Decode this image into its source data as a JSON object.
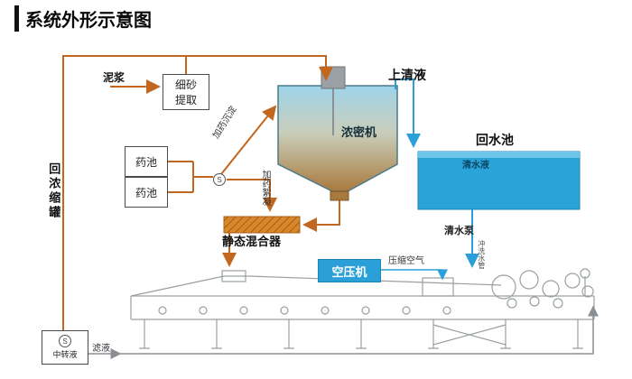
{
  "title": "系统外形示意图",
  "nodes": {
    "mud": "泥浆",
    "sand_extractor": "细砂提取",
    "supernatant": "上清液",
    "thickener": "浓密机",
    "return_pool": "回水池",
    "clear_water": "清水液",
    "chem_pool": "药池",
    "dosing_sedimentation": "加药沉淀",
    "dosing_flocculation": "加药絮凝",
    "static_mixer": "静态混合器",
    "air_compressor": "空压机",
    "compressed_air": "压缩空气",
    "clear_water_pump": "清水泵",
    "flush_water_pipe": "冲洗水管",
    "return_concentrate_tank": "回浓缩罐",
    "transfer_tank": "中转液",
    "filtrate": "滤液",
    "pump_symbol": "S"
  },
  "colors": {
    "flow_orange": "#c2671f",
    "water_blue": "#2a9fd8",
    "pool_fill": "#29a3d8",
    "mixer_orange": "#d8872b",
    "compressor_blue": "#2a9fd8",
    "machine_gray": "#9aa0a2",
    "tank_top": "#9fd4ea",
    "tank_bottom": "#a87a3e"
  }
}
